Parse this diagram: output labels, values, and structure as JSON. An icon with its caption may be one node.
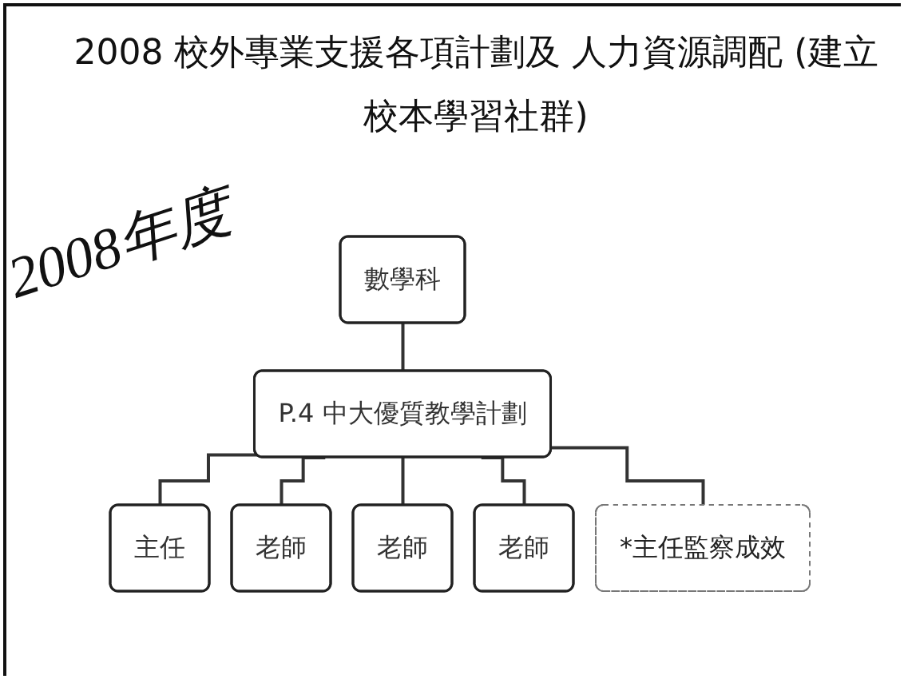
{
  "diagram": {
    "title": "2008 校外專業支援各項計劃及 人力資源調配 (建立校本學習社群)",
    "nodes": [
      {
        "text": [
          "數學科"
        ]
      },
      {
        "text": [
          "P.4 中大優質教學計劃"
        ]
      },
      {
        "text": [
          "主任"
        ]
      },
      {
        "text": [
          "老師"
        ]
      },
      {
        "text": [
          "老師"
        ]
      },
      {
        "text": [
          "老師"
        ]
      },
      {
        "text": [
          "*主任監察成效"
        ]
      }
    ],
    "edges": [
      {
        "from": 0,
        "to": 1,
        "arrow": "none"
      },
      {
        "from": 1,
        "to": 2,
        "arrow": "none"
      },
      {
        "from": 1,
        "to": 3,
        "arrow": "none"
      },
      {
        "from": 1,
        "to": 4,
        "arrow": "none"
      },
      {
        "from": 1,
        "to": 5,
        "arrow": "none"
      },
      {
        "from": 1,
        "to": 6,
        "arrow": "none"
      }
    ],
    "labels": [
      "2008年度"
    ]
  }
}
